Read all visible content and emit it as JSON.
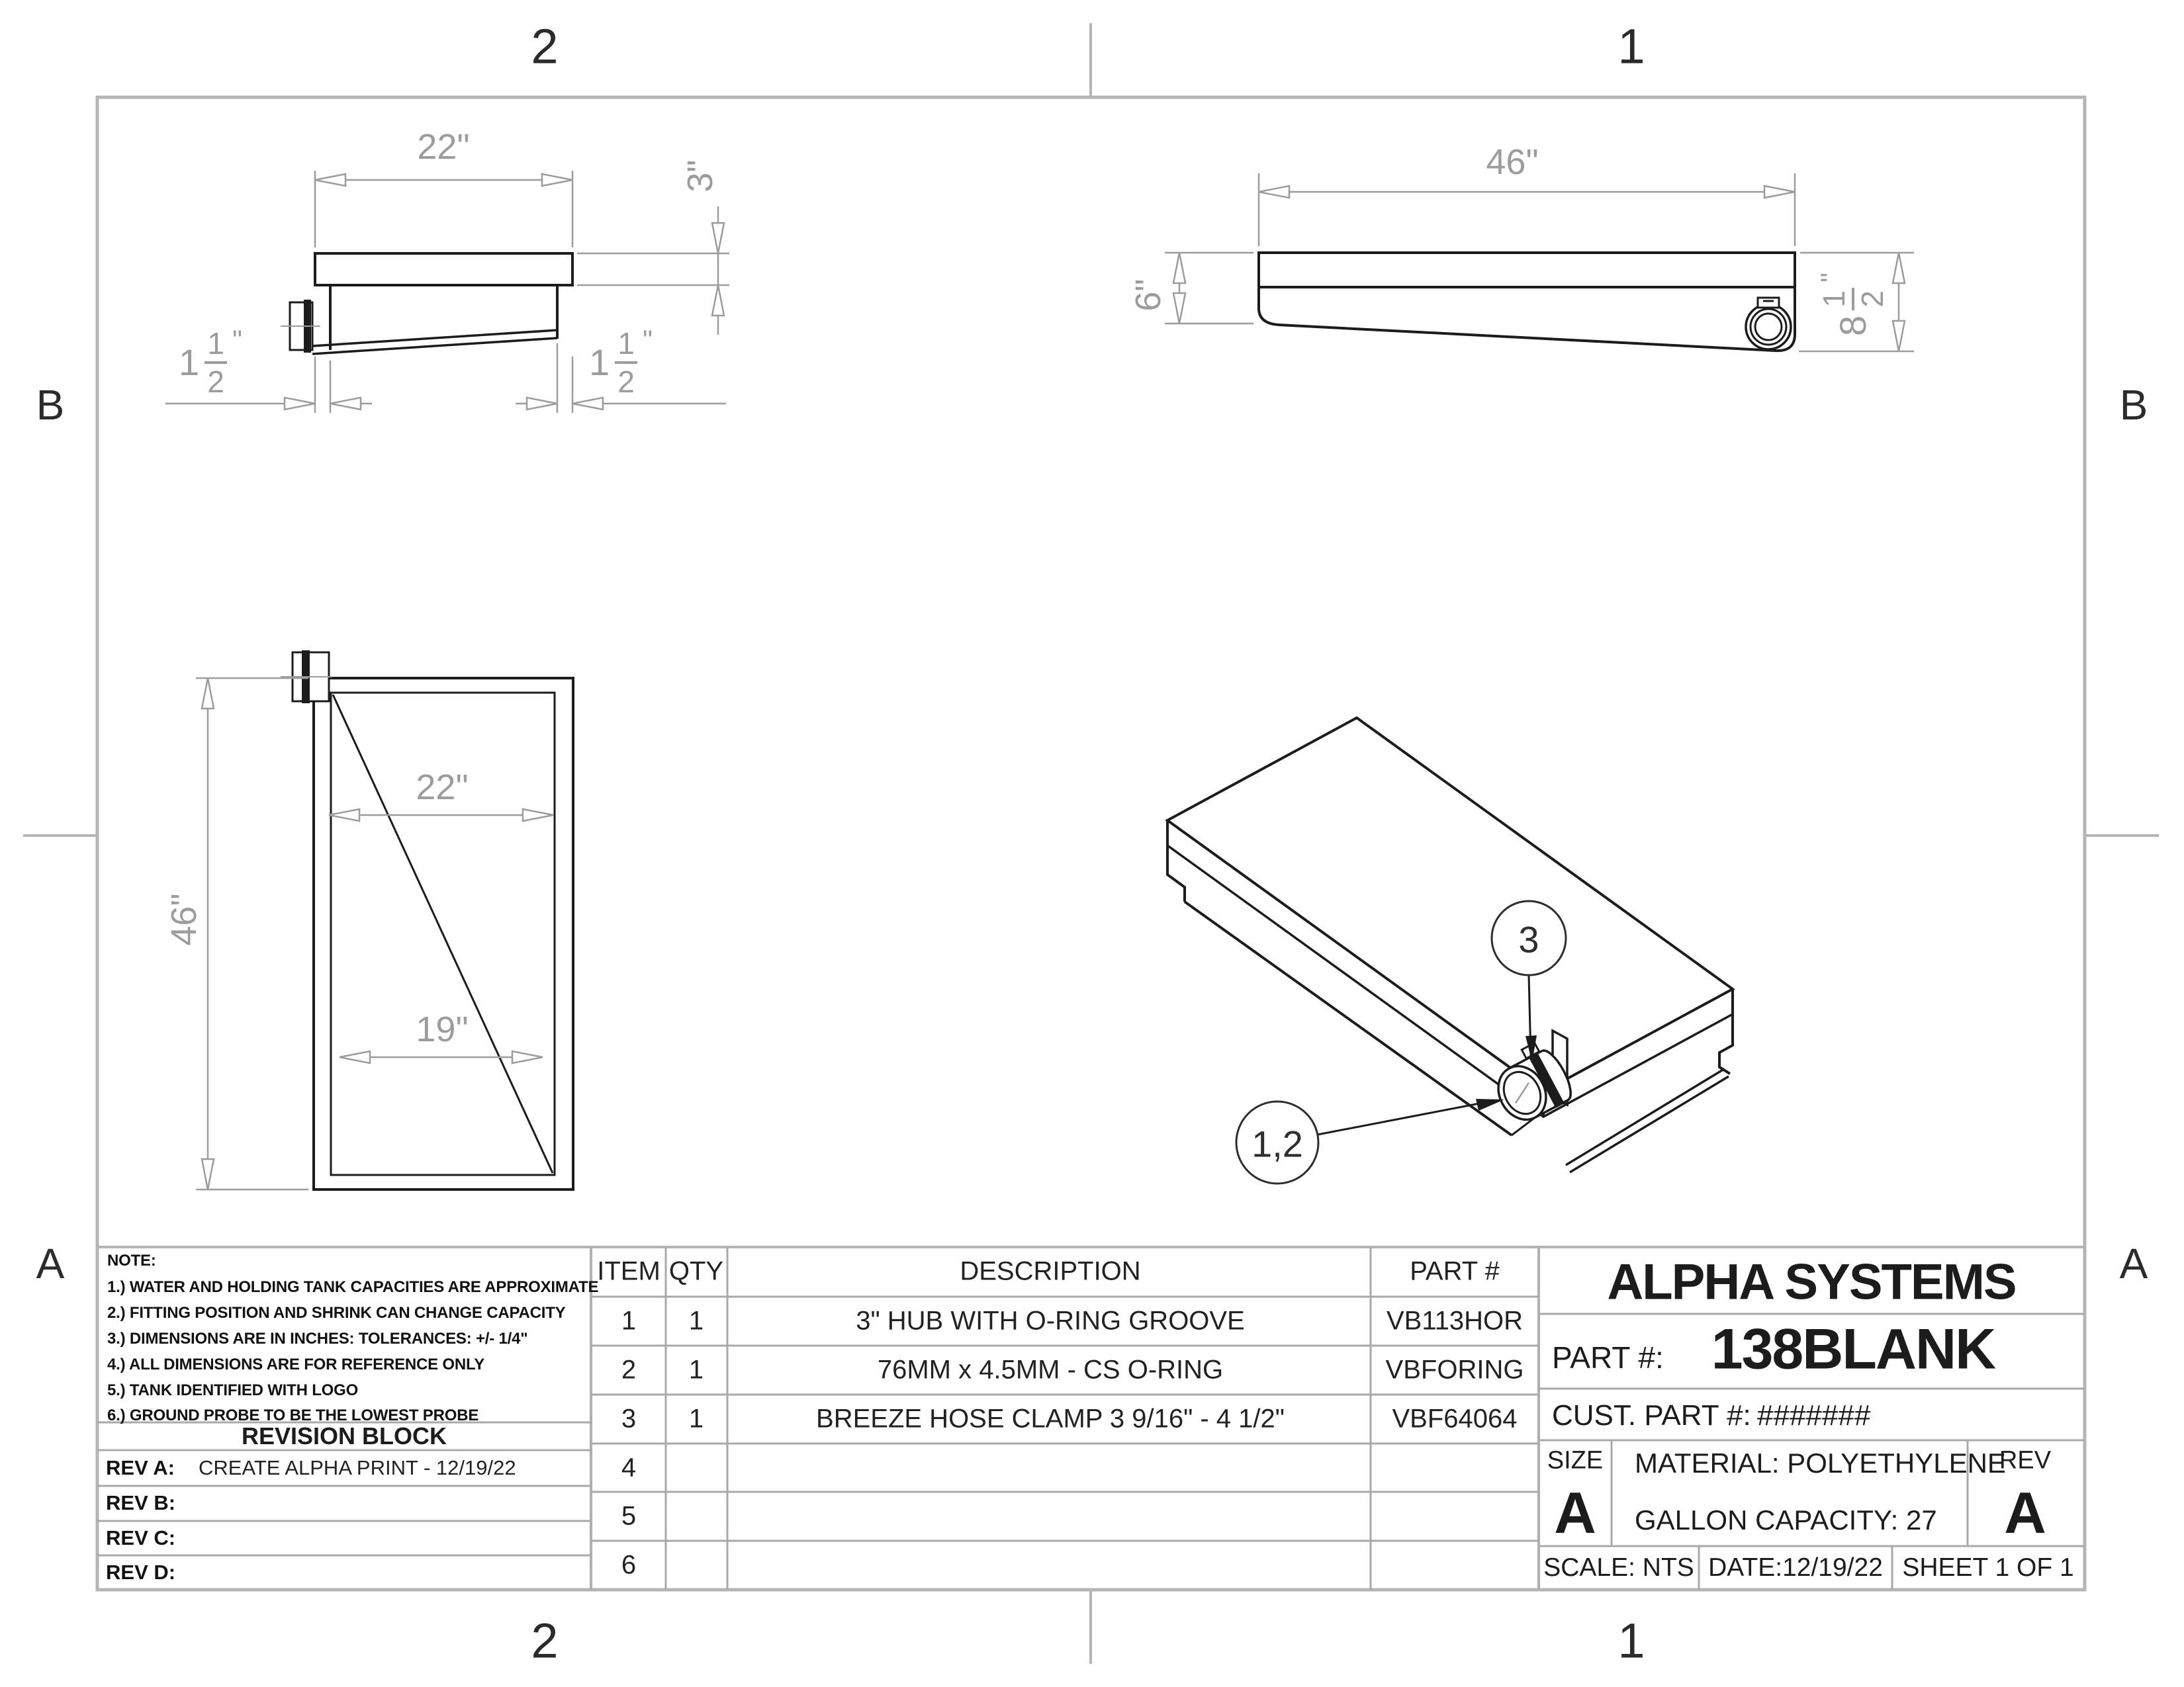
{
  "zones": {
    "top_left": "2",
    "top_right": "1",
    "bottom_left": "2",
    "bottom_right": "1",
    "left_upper": "B",
    "left_lower": "A",
    "right_upper": "B",
    "right_lower": "A"
  },
  "dimensions": {
    "end_view": {
      "width": "22\"",
      "lip_height": "3\"",
      "left_inset": {
        "whole": "1",
        "num": "1",
        "den": "2",
        "unit": "\""
      },
      "right_inset": {
        "whole": "1",
        "num": "1",
        "den": "2",
        "unit": "\""
      }
    },
    "side_view": {
      "length": "46\"",
      "left_height": "6\"",
      "right_height": {
        "whole": "8",
        "num": "1",
        "den": "2",
        "unit": "\""
      }
    },
    "plan_view": {
      "length": "46\"",
      "width": "22\"",
      "inner_width": "19\""
    }
  },
  "balloons": {
    "hub_oring": "1,2",
    "clamp": "3"
  },
  "notes": {
    "title": "NOTE:",
    "items": [
      "1.) WATER AND HOLDING TANK CAPACITIES ARE APPROXIMATE",
      "2.) FITTING POSITION AND SHRINK CAN CHANGE CAPACITY",
      "3.) DIMENSIONS ARE IN INCHES: TOLERANCES: +/-  1/4\"",
      "4.) ALL DIMENSIONS ARE FOR REFERENCE ONLY",
      "5.) TANK IDENTIFIED WITH LOGO",
      "6.) GROUND PROBE TO BE THE LOWEST PROBE"
    ]
  },
  "revision_block": {
    "title": "REVISION BLOCK",
    "rows": [
      {
        "label": "REV A:",
        "text": "CREATE ALPHA PRINT - 12/19/22"
      },
      {
        "label": "REV B:",
        "text": ""
      },
      {
        "label": "REV C:",
        "text": ""
      },
      {
        "label": "REV D:",
        "text": ""
      }
    ]
  },
  "bom": {
    "headers": [
      "ITEM",
      "QTY",
      "DESCRIPTION",
      "PART #"
    ],
    "rows": [
      {
        "item": "1",
        "qty": "1",
        "description": "3\" HUB WITH O-RING GROOVE",
        "part": "VB113HOR"
      },
      {
        "item": "2",
        "qty": "1",
        "description": "76MM x 4.5MM - CS O-RING",
        "part": "VBFORING"
      },
      {
        "item": "3",
        "qty": "1",
        "description": "BREEZE HOSE CLAMP 3 9/16\" - 4 1/2\"",
        "part": "VBF64064"
      },
      {
        "item": "4",
        "qty": "",
        "description": "",
        "part": ""
      },
      {
        "item": "5",
        "qty": "",
        "description": "",
        "part": ""
      },
      {
        "item": "6",
        "qty": "",
        "description": "",
        "part": ""
      }
    ]
  },
  "title_block": {
    "company": "ALPHA SYSTEMS",
    "part_label": "PART #:",
    "part_number": "138BLANK",
    "cust_label": "CUST. PART #:",
    "cust_value": "#######",
    "size_label": "SIZE",
    "size_value": "A",
    "material": "MATERIAL: POLYETHYLENE",
    "capacity": "GALLON CAPACITY: 27",
    "rev_label": "REV",
    "rev_value": "A",
    "scale": "SCALE: NTS",
    "date": "DATE:12/19/22",
    "sheet": "SHEET 1 OF 1"
  }
}
